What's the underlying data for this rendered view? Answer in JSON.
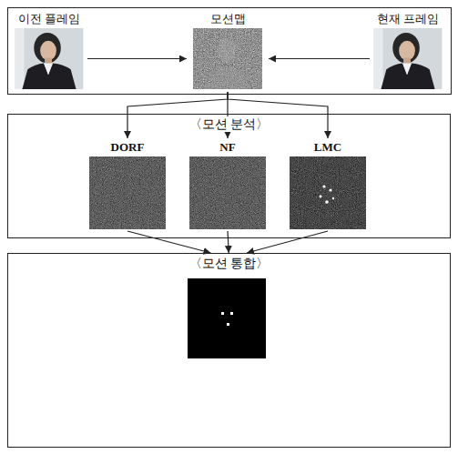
{
  "diagram": {
    "nodes": [
      {
        "text": [
          "이전 플레임"
        ]
      },
      {
        "text": [
          "모션맵"
        ]
      },
      {
        "text": [
          "현재 프레임"
        ]
      },
      {
        "text": [
          "〈모션 분석〉"
        ]
      },
      {
        "text": [
          "DORF"
        ],
        "in": 3
      },
      {
        "text": [
          "NF"
        ],
        "in": 3
      },
      {
        "text": [
          "LMC"
        ],
        "in": 3
      },
      {
        "text": [
          "〈모션 통합〉"
        ]
      }
    ],
    "edges": [
      {
        "from": 0,
        "to": 1,
        "arrow": "to"
      },
      {
        "from": 2,
        "to": 1,
        "arrow": "to"
      },
      {
        "from": 1,
        "to": 4,
        "arrow": "to"
      },
      {
        "from": 1,
        "to": 5,
        "arrow": "to"
      },
      {
        "from": 1,
        "to": 6,
        "arrow": "to"
      },
      {
        "from": 4,
        "to": 7,
        "arrow": "to"
      },
      {
        "from": 5,
        "to": 7,
        "arrow": "to"
      },
      {
        "from": 6,
        "to": 7,
        "arrow": "to"
      }
    ]
  }
}
